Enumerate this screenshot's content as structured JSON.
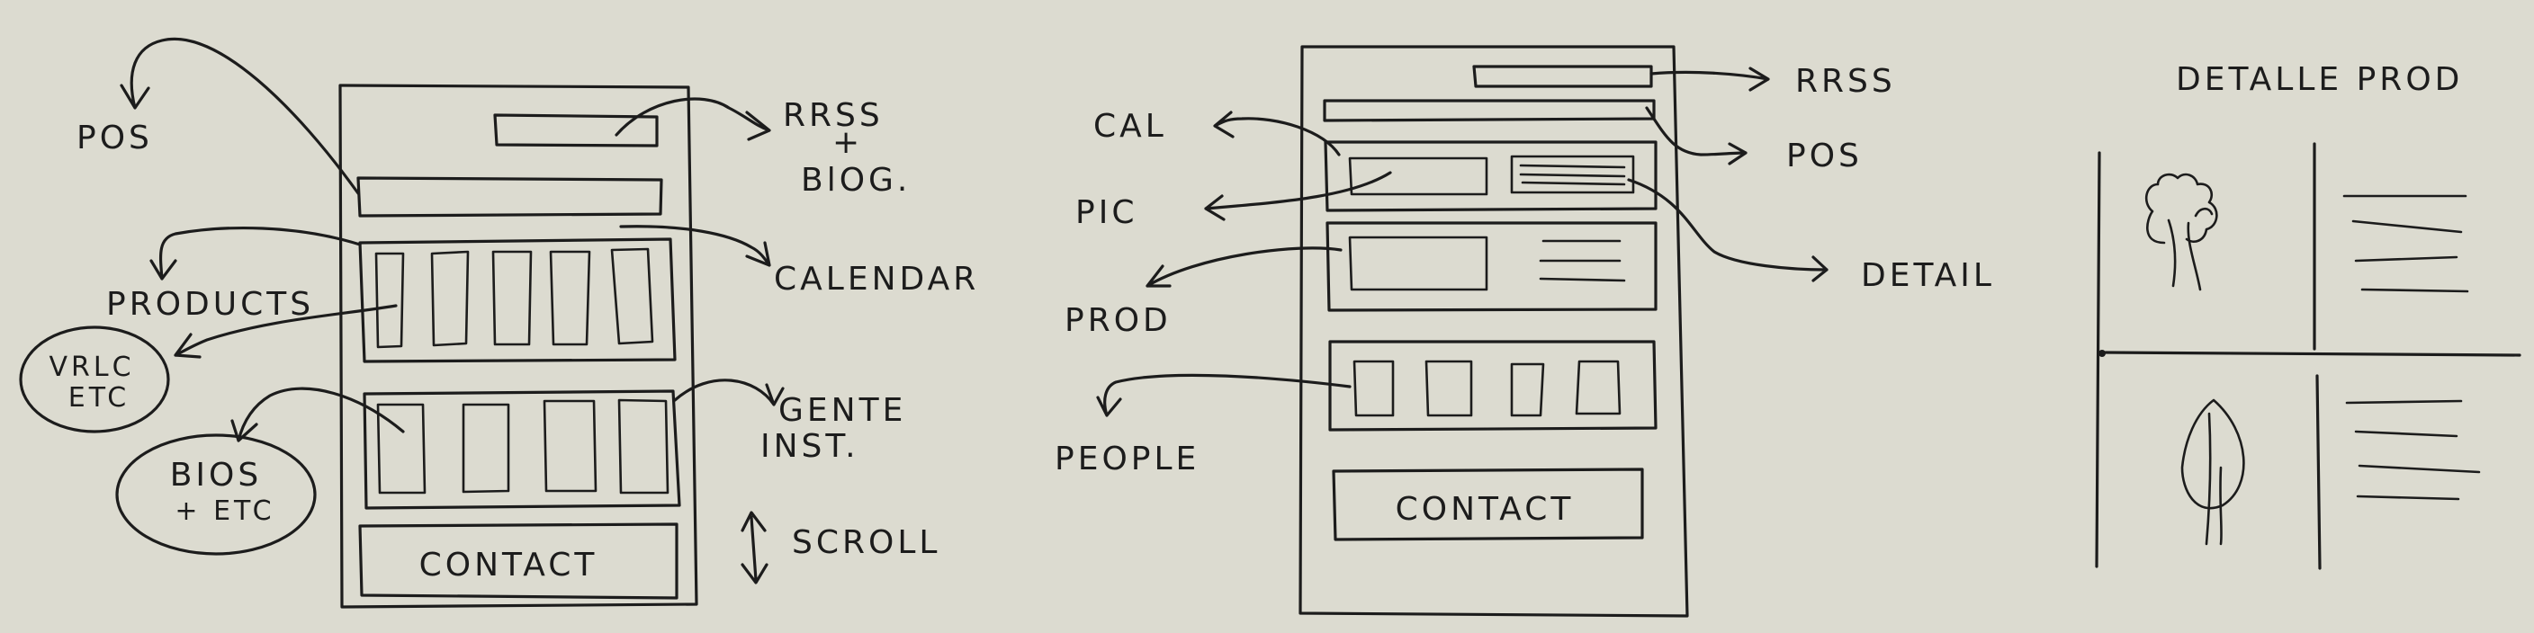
{
  "sketch1": {
    "pos": "POS",
    "rrss": "RRSS",
    "plus": "+",
    "blog": "BlOG.",
    "products": "PRODUCTS",
    "calendar": "CALENDAR",
    "vrlc": "VRLC",
    "etc": "ETC",
    "gente": "GENTE",
    "inst": "INST.",
    "bios": "BIOS",
    "bios_etc": "+ ETC",
    "scroll": "SCROLL",
    "contact": "CONTACT"
  },
  "sketch2": {
    "cal": "CAL",
    "rrss": "RRSS",
    "pos": "POS",
    "pic": "PIC",
    "prod": "PROD",
    "detail": "DETAIL",
    "people": "PEOPLE",
    "contact": "CONTACT"
  },
  "sketch3": {
    "title": "DETALLE PROD"
  }
}
